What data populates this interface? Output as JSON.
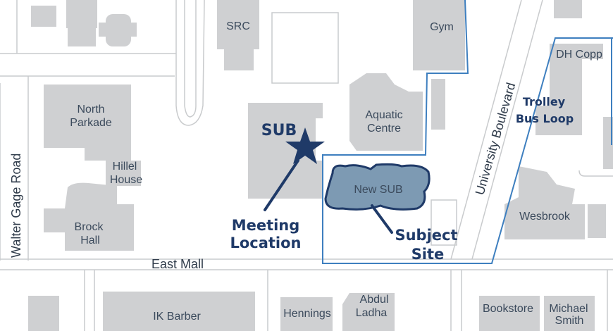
{
  "map": {
    "colors": {
      "building": "#cfd0d2",
      "road_edge": "#c9cbcd",
      "boundary": "#3e7fbf",
      "highlight_fill": "#7d9ab3",
      "accent": "#1f3a68",
      "label": "#3b4a5c"
    },
    "roads": {
      "walter_gage": "Walter Gage Road",
      "east_mall": "East Mall",
      "university_blvd": "University Boulevard"
    },
    "buildings": {
      "src": "SRC",
      "gym": "Gym",
      "dh_copp": "DH Copp",
      "north_parkade_1": "North",
      "north_parkade_2": "Parkade",
      "aquatic_1": "Aquatic",
      "aquatic_2": "Centre",
      "hillel_1": "Hillel",
      "hillel_2": "House",
      "brock_1": "Brock",
      "brock_2": "Hall",
      "new_sub": "New SUB",
      "wesbrook": "Wesbrook",
      "ik_barber": "IK Barber",
      "hennings": "Hennings",
      "abdul_1": "Abdul",
      "abdul_2": "Ladha",
      "bookstore": "Bookstore",
      "michael_1": "Michael",
      "michael_2": "Smith"
    },
    "callouts": {
      "sub": "SUB",
      "meeting_1": "Meeting",
      "meeting_2": "Location",
      "subject_1": "Subject",
      "subject_2": "Site",
      "trolley_1": "Trolley",
      "trolley_2": "Bus Loop"
    },
    "icons": {
      "meeting_marker": "star-icon"
    }
  }
}
